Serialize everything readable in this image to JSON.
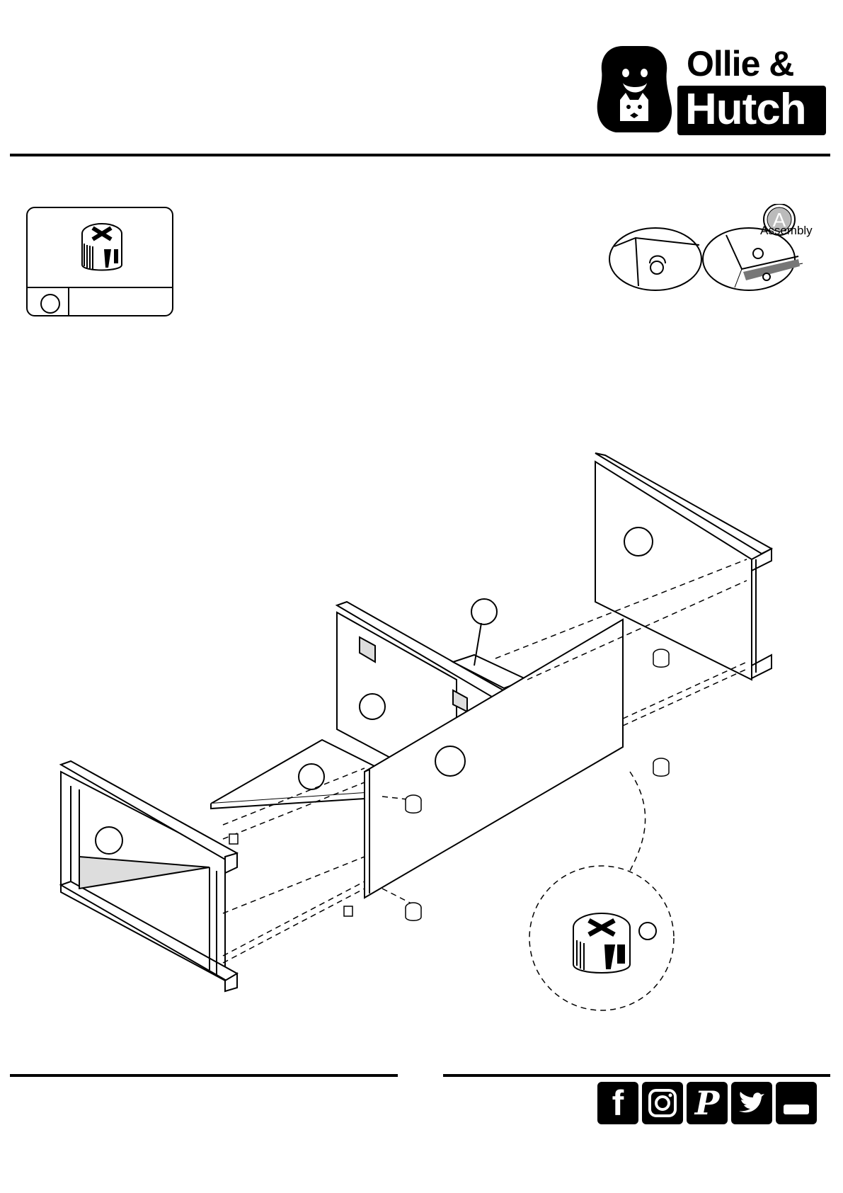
{
  "brand": {
    "line1": "Ollie &",
    "line2": "Hutch"
  },
  "assembly_badge": {
    "letter": "A",
    "label": "Assembly"
  },
  "social_icons": [
    {
      "name": "facebook-icon",
      "glyph": "f"
    },
    {
      "name": "instagram-icon",
      "glyph": ""
    },
    {
      "name": "pinterest-icon",
      "glyph": "P"
    },
    {
      "name": "twitter-icon",
      "glyph": ""
    },
    {
      "name": "youtube-icon",
      "glyph": ""
    }
  ],
  "colors": {
    "ink": "#000000",
    "paper": "#ffffff"
  }
}
